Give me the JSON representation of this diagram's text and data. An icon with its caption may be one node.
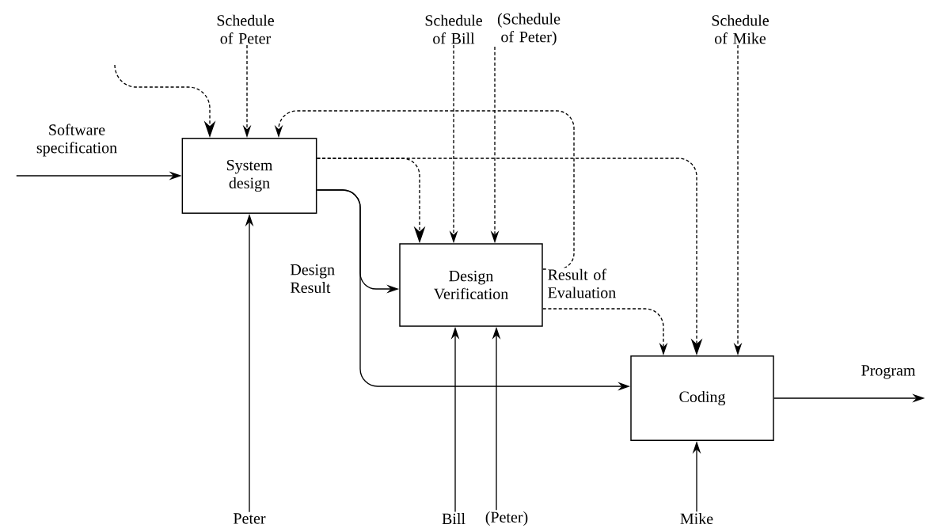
{
  "diagram": {
    "nodes": [
      {
        "text": [
          "System design"
        ]
      },
      {
        "text": [
          "Design Verification"
        ]
      },
      {
        "text": [
          "Coding"
        ]
      },
      {
        "text": [
          "Software specification"
        ]
      },
      {
        "text": [
          "Schedule of Peter"
        ]
      },
      {
        "text": [
          "Schedule of Bill"
        ]
      },
      {
        "text": [
          "(Schedule of Peter)"
        ]
      },
      {
        "text": [
          "Schedule of Mike"
        ]
      },
      {
        "text": [
          "Peter"
        ]
      },
      {
        "text": [
          "Bill"
        ]
      },
      {
        "text": [
          "(Peter)"
        ]
      },
      {
        "text": [
          "Mike"
        ]
      },
      {
        "text": [
          "Program"
        ]
      }
    ],
    "edges": [
      {
        "from": null,
        "to": 0,
        "arrow": "to",
        "style": "dashed"
      },
      {
        "from": 4,
        "to": 0,
        "arrow": "to",
        "style": "dashed"
      },
      {
        "from": 1,
        "to": 0,
        "arrow": "to",
        "style": "dashed"
      },
      {
        "from": 3,
        "to": 0,
        "arrow": "to"
      },
      {
        "from": 8,
        "to": 0,
        "arrow": "to"
      },
      {
        "from": 0,
        "to": 1,
        "arrow": "to",
        "style": "dashed"
      },
      {
        "from": 0,
        "to": 2,
        "arrow": "to",
        "style": "dashed"
      },
      {
        "from": 0,
        "to": 1,
        "arrow": "to",
        "label": "Design Result"
      },
      {
        "from": 0,
        "to": 2,
        "arrow": "to"
      },
      {
        "from": 5,
        "to": 1,
        "arrow": "to",
        "style": "dashed"
      },
      {
        "from": 6,
        "to": 1,
        "arrow": "to",
        "style": "dashed"
      },
      {
        "from": 9,
        "to": 1,
        "arrow": "to"
      },
      {
        "from": 10,
        "to": 1,
        "arrow": "to"
      },
      {
        "from": 1,
        "to": 2,
        "arrow": "to",
        "style": "dashed",
        "label": "Result of Evaluation"
      },
      {
        "from": 7,
        "to": 2,
        "arrow": "to",
        "style": "dashed"
      },
      {
        "from": 11,
        "to": 2,
        "arrow": "to"
      },
      {
        "from": 2,
        "to": 12,
        "arrow": "to"
      }
    ]
  }
}
